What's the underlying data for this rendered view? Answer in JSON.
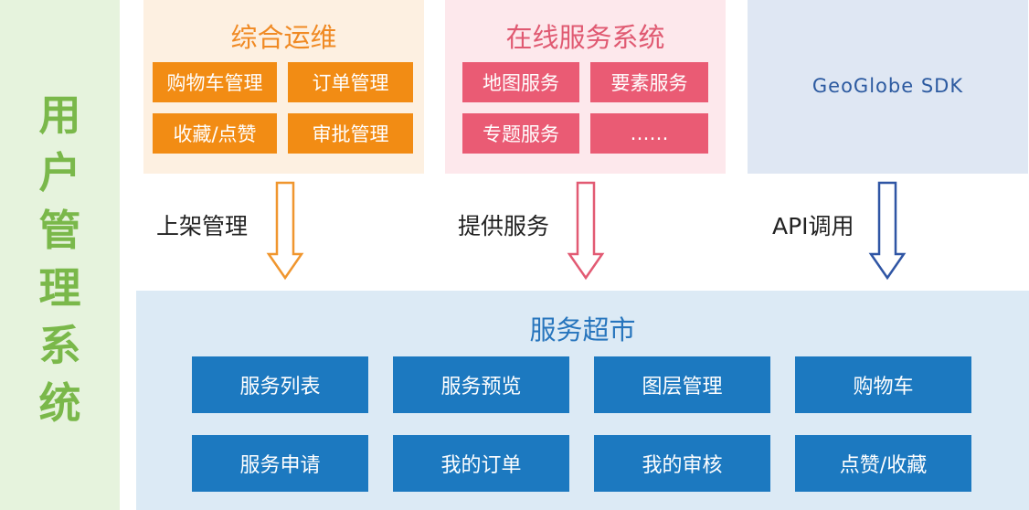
{
  "left_title": [
    "用",
    "户",
    "管",
    "理",
    "系",
    "统"
  ],
  "panels": {
    "ops": {
      "title": "综合运维",
      "items": [
        "购物车管理",
        "订单管理",
        "收藏/点赞",
        "审批管理"
      ]
    },
    "online": {
      "title": "在线服务系统",
      "items": [
        "地图服务",
        "要素服务",
        "专题服务",
        "……"
      ]
    },
    "sdk": {
      "label": "GeoGlobe SDK"
    }
  },
  "arrows": [
    {
      "label": "上架管理",
      "color": "#f0962e"
    },
    {
      "label": "提供服务",
      "color": "#e25a73"
    },
    {
      "label": "API调用",
      "color": "#2f55a4"
    }
  ],
  "market": {
    "title": "服务超市",
    "items": [
      "服务列表",
      "服务预览",
      "图层管理",
      "购物车",
      "服务申请",
      "我的订单",
      "我的审核",
      "点赞/收藏"
    ]
  },
  "colors": {
    "green": "#7ab84a",
    "orange": "#f28c14",
    "pink": "#ea5b74",
    "blue": "#1c79c0"
  }
}
